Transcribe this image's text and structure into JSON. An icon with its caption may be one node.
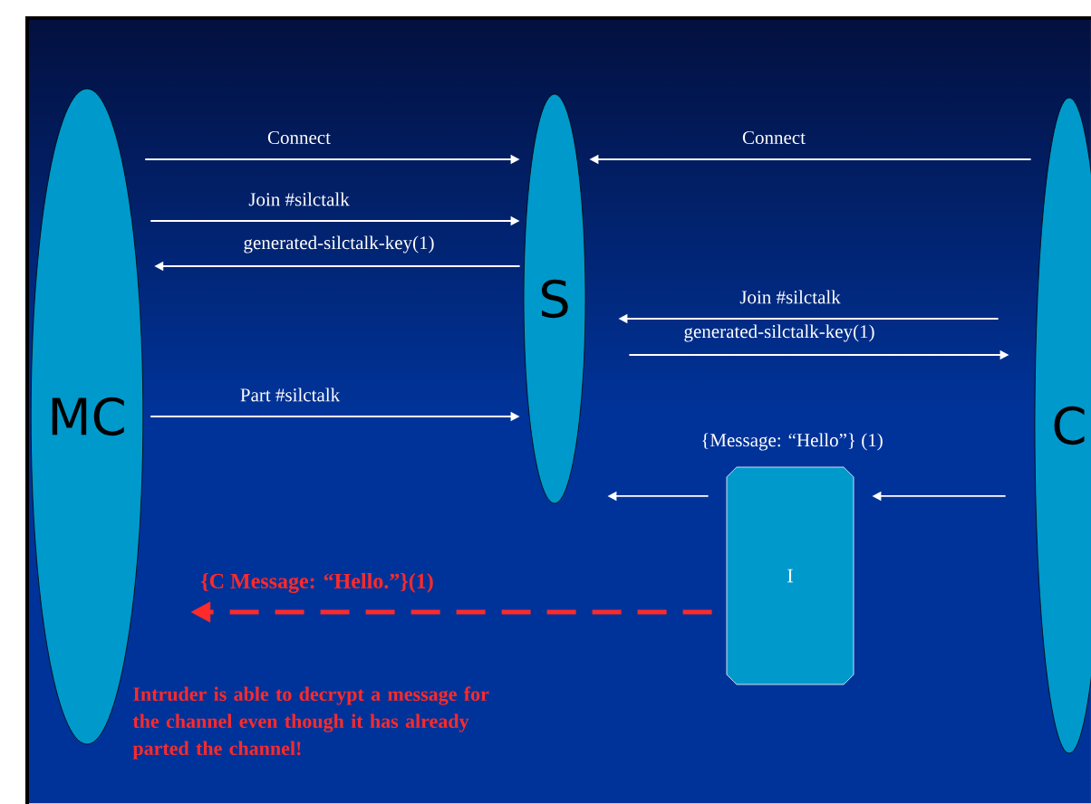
{
  "diagram": {
    "nodes": [
      {
        "text": [
          "MC"
        ]
      },
      {
        "text": [
          "S"
        ]
      },
      {
        "text": [
          "C"
        ]
      },
      {
        "text": [
          "I"
        ]
      }
    ],
    "edges": [
      {
        "from": 0,
        "to": 1,
        "arrow": "to",
        "label": "Connect"
      },
      {
        "from": 2,
        "to": 1,
        "arrow": "to",
        "label": "Connect"
      },
      {
        "from": 0,
        "to": 1,
        "arrow": "to",
        "label": "Join #silctalk"
      },
      {
        "from": 1,
        "to": 0,
        "arrow": "to",
        "label": "generated-silctalk-key(1)"
      },
      {
        "from": 2,
        "to": 1,
        "arrow": "to",
        "label": "Join #silctalk"
      },
      {
        "from": 1,
        "to": 2,
        "arrow": "to",
        "label": "generated-silctalk-key(1)"
      },
      {
        "from": 0,
        "to": 1,
        "arrow": "to",
        "label": "Part #silctalk"
      },
      {
        "from": 2,
        "to": 3,
        "arrow": "to"
      },
      {
        "from": 3,
        "to": 1,
        "arrow": "to"
      },
      {
        "from": 3,
        "to": 0,
        "arrow": "to",
        "label": "{C Message: “Hello.”}(1)",
        "style": "dashed",
        "color": "#ff2a2a"
      }
    ],
    "labels": [
      "{Message: “Hello”} (1)",
      "Intruder is able to decrypt a message for the channel even though it has already parted the channel!"
    ]
  }
}
